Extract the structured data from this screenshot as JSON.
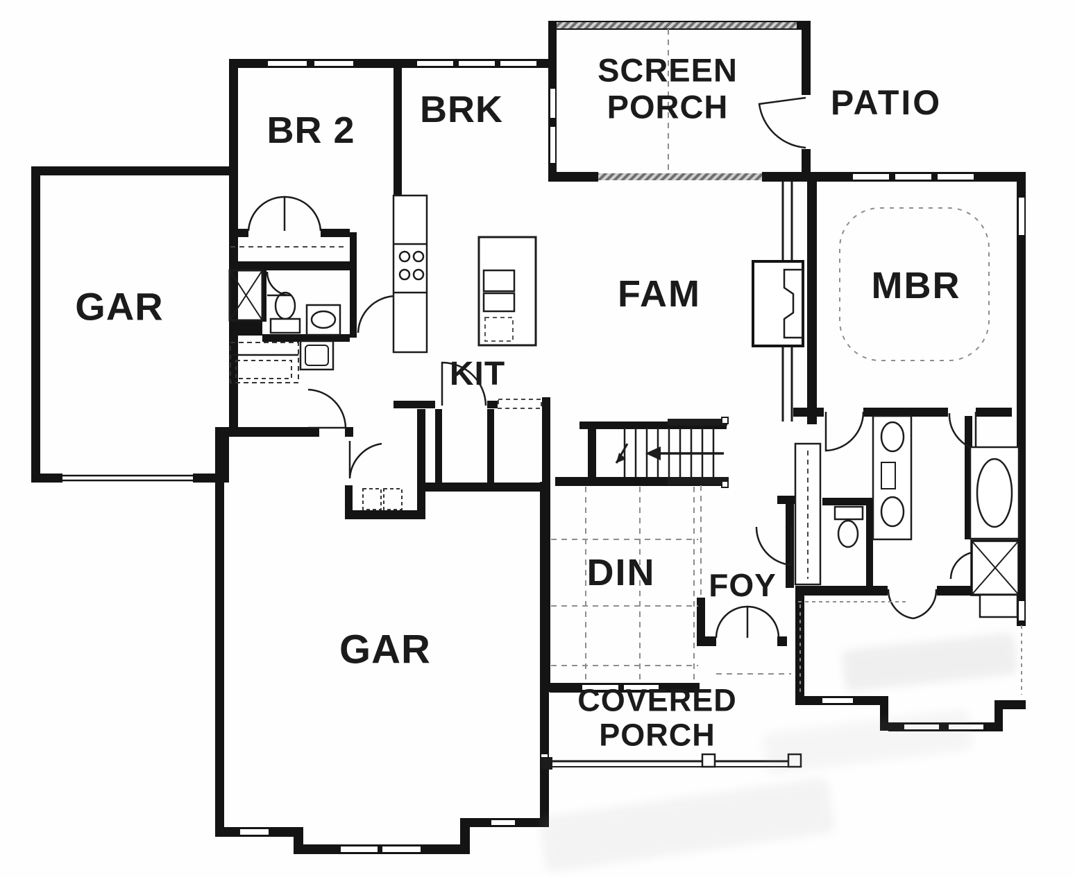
{
  "floorplan": {
    "type": "single-family house first floor plan, black line scan",
    "rooms": {
      "screen_porch": {
        "label": "SCREEN PORCH"
      },
      "patio": {
        "label": "PATIO"
      },
      "br2": {
        "label": "BR 2"
      },
      "brk": {
        "label": "BRK"
      },
      "gar_left": {
        "label": "GAR"
      },
      "fam": {
        "label": "FAM"
      },
      "mbr": {
        "label": "MBR"
      },
      "kit": {
        "label": "KIT"
      },
      "din": {
        "label": "DIN"
      },
      "foy": {
        "label": "FOY"
      },
      "gar_main": {
        "label": "GAR"
      },
      "covered_porch": {
        "label": "COVERED PORCH"
      }
    },
    "colors": {
      "ink": "#141414",
      "paper": "#fefefe",
      "guide_dash": "#8d8d8d"
    }
  }
}
